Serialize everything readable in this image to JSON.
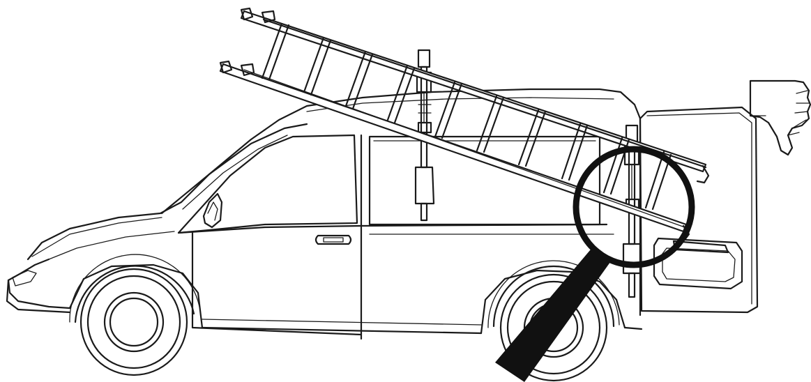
{
  "illustration": {
    "colors": {
      "line": "#1a1a1a",
      "background": "#ffffff",
      "magnifier": "#111111"
    },
    "icons": [
      "van-side-view",
      "ladder",
      "ladder-clamp-front",
      "ladder-clamp-rear",
      "magnifier-icon",
      "thumbs-down-icon"
    ]
  }
}
